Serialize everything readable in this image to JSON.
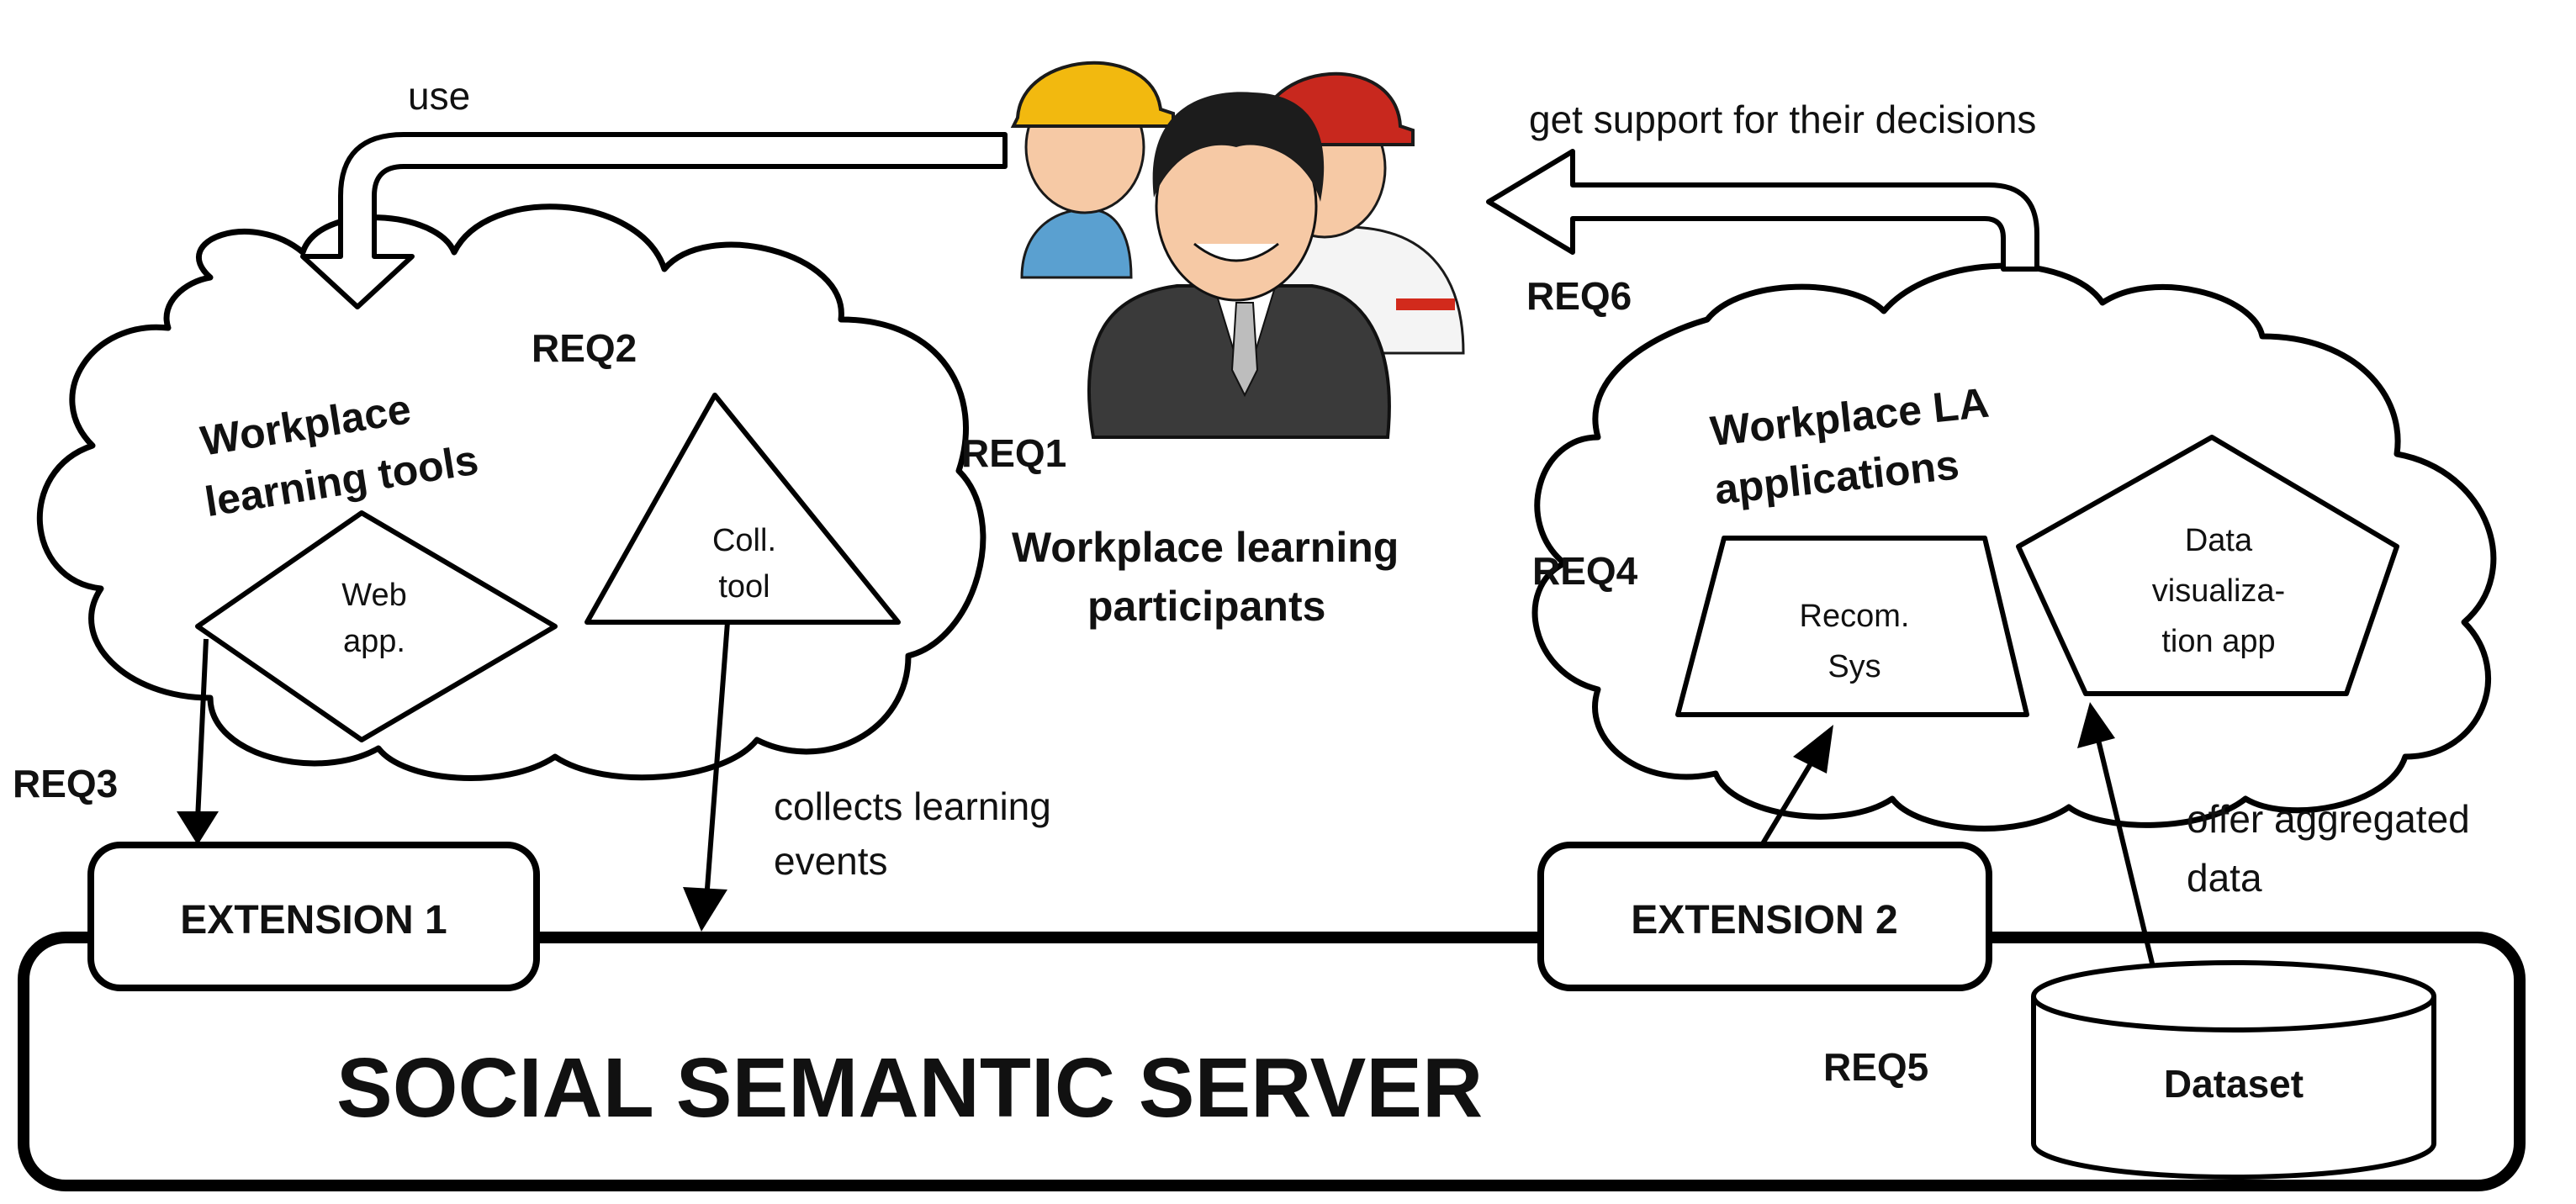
{
  "labels": {
    "use": "use",
    "get_support": "get support for their decisions",
    "collects": [
      "collects learning",
      "events"
    ],
    "offer": [
      "offer aggregated",
      "data"
    ]
  },
  "participants": {
    "title": [
      "Workplace learning",
      "participants"
    ]
  },
  "left_cloud": {
    "title": [
      "Workplace",
      "learning tools"
    ],
    "web_app": [
      "Web",
      "app."
    ],
    "coll_tool": [
      "Coll.",
      "tool"
    ]
  },
  "right_cloud": {
    "title": [
      "Workplace LA",
      "applications"
    ],
    "recom_sys": [
      "Recom.",
      "Sys"
    ],
    "data_viz": [
      "Data",
      "visualiza-",
      "tion app"
    ]
  },
  "requirements": {
    "req1": "REQ1",
    "req2": "REQ2",
    "req3": "REQ3",
    "req4": "REQ4",
    "req5": "REQ5",
    "req6": "REQ6"
  },
  "server": {
    "title": "SOCIAL SEMANTIC SERVER",
    "extension1": "EXTENSION 1",
    "extension2": "EXTENSION 2",
    "dataset": "Dataset"
  },
  "colors": {
    "stroke": "#000000",
    "helmet_yellow": "#f2b90f",
    "helmet_red": "#c8281e",
    "suit": "#3a3a3a",
    "skin": "#f6c9a5"
  }
}
